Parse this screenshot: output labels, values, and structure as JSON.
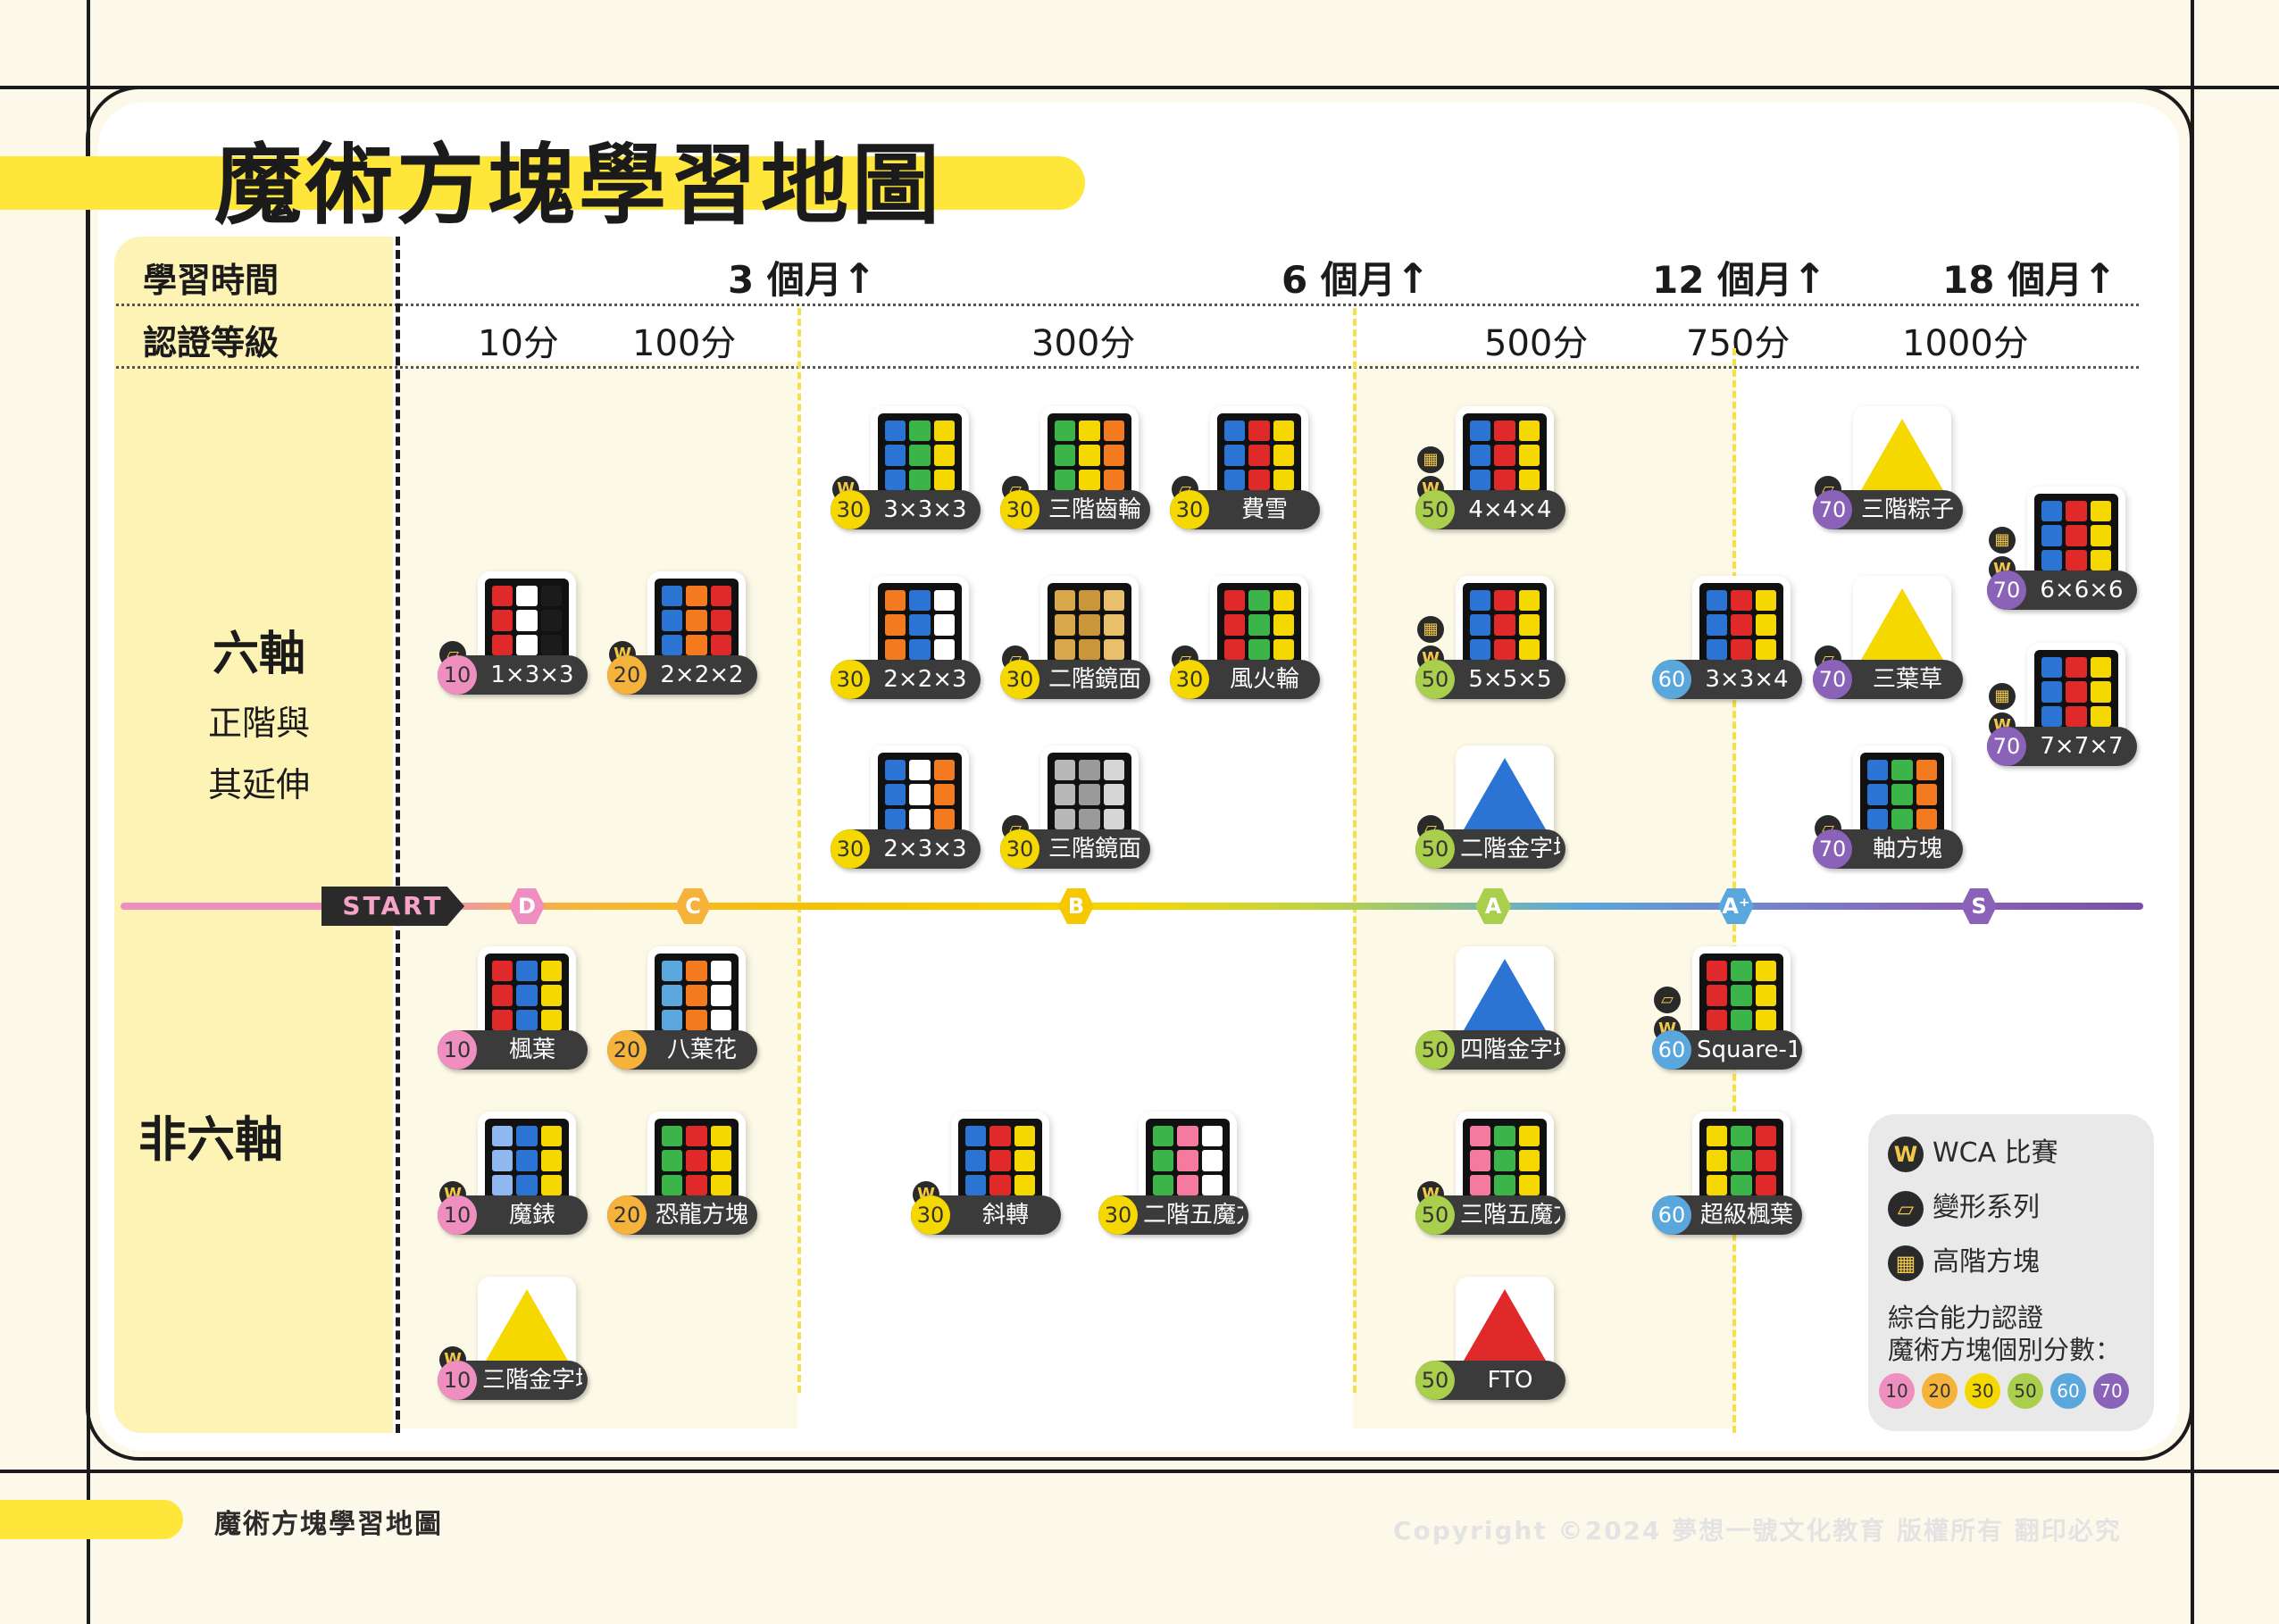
{
  "title": "魔術方塊學習地圖",
  "footer": {
    "title": "魔術方塊學習地圖",
    "copyright": "Copyright ©2024 夢想一號文化教育 版權所有 翻印必究"
  },
  "rows": {
    "time_label": "學習時間",
    "level_label": "認證等級"
  },
  "time_marks": [
    {
      "label": "3 個月",
      "arrow": "↑"
    },
    {
      "label": "6 個月",
      "arrow": "↑"
    },
    {
      "label": "12 個月",
      "arrow": "↑"
    },
    {
      "label": "18 個月",
      "arrow": "↑"
    }
  ],
  "score_marks": [
    "10分",
    "100分",
    "300分",
    "500分",
    "750分",
    "1000分"
  ],
  "categories": {
    "six_axis": {
      "line1": "六軸",
      "line2": "正階與",
      "line3": "其延伸"
    },
    "non_six_axis": "非六軸"
  },
  "timeline": {
    "start": "START",
    "grades": [
      {
        "label": "D",
        "color": "#ef8fbf"
      },
      {
        "label": "C",
        "color": "#f6b33b"
      },
      {
        "label": "B",
        "color": "#f5c800"
      },
      {
        "label": "A",
        "color": "#a9cf4c"
      },
      {
        "label": "A⁺",
        "color": "#5aa7dd"
      },
      {
        "label": "S",
        "color": "#8a63b8"
      }
    ]
  },
  "score_colors": {
    "10": "#ef8fbf",
    "20": "#f6b33b",
    "30": "#f5d800",
    "50": "#a9cf4c",
    "60": "#5aa7dd",
    "70": "#8a63b8"
  },
  "items": [
    {
      "score": "10",
      "name": "1×3×3",
      "tags": [
        "變形"
      ],
      "colors": [
        "#e02a2a",
        "#fff",
        "#1b1b1b"
      ]
    },
    {
      "score": "20",
      "name": "2×2×2",
      "tags": [
        "W"
      ],
      "colors": [
        "#2c74d4",
        "#f47a20",
        "#e02a2a"
      ]
    },
    {
      "score": "30",
      "name": "3×3×3",
      "tags": [
        "W"
      ],
      "colors": [
        "#2c74d4",
        "#3bb54a",
        "#f5d800"
      ]
    },
    {
      "score": "30",
      "name": "三階齒輪",
      "tags": [
        "變形"
      ],
      "colors": [
        "#3bb54a",
        "#f5d800",
        "#f47a20"
      ]
    },
    {
      "score": "30",
      "name": "費雪",
      "tags": [
        "變形"
      ],
      "colors": [
        "#2c74d4",
        "#e02a2a",
        "#f5d800"
      ]
    },
    {
      "score": "30",
      "name": "2×2×3",
      "tags": [],
      "colors": [
        "#f47a20",
        "#2c74d4",
        "#fff"
      ]
    },
    {
      "score": "30",
      "name": "二階鏡面",
      "tags": [
        "變形"
      ],
      "colors": [
        "#d8a84a",
        "#c9973a",
        "#e8bf6a"
      ]
    },
    {
      "score": "30",
      "name": "風火輪",
      "tags": [
        "變形"
      ],
      "colors": [
        "#e02a2a",
        "#3bb54a",
        "#f5d800"
      ]
    },
    {
      "score": "30",
      "name": "2×3×3",
      "tags": [],
      "colors": [
        "#2c74d4",
        "#fff",
        "#f47a20"
      ]
    },
    {
      "score": "30",
      "name": "三階鏡面",
      "tags": [
        "變形"
      ],
      "colors": [
        "#b8b8b8",
        "#9a9a9a",
        "#d6d6d6"
      ]
    },
    {
      "score": "50",
      "name": "4×4×4",
      "tags": [
        "高階",
        "W"
      ],
      "colors": [
        "#2c74d4",
        "#e02a2a",
        "#f5d800"
      ]
    },
    {
      "score": "50",
      "name": "5×5×5",
      "tags": [
        "高階",
        "W"
      ],
      "colors": [
        "#2c74d4",
        "#e02a2a",
        "#f5d800"
      ]
    },
    {
      "score": "50",
      "name": "二階金字塔",
      "tags": [
        "變形"
      ],
      "colors": [
        "#2c74d4",
        "#f5d800",
        "#1b1b1b"
      ]
    },
    {
      "score": "60",
      "name": "3×3×4",
      "tags": [],
      "colors": [
        "#2c74d4",
        "#e02a2a",
        "#f5d800"
      ]
    },
    {
      "score": "70",
      "name": "三階粽子",
      "tags": [
        "變形"
      ],
      "colors": [
        "#f5d800",
        "#3bb54a",
        "#f47a20"
      ]
    },
    {
      "score": "70",
      "name": "三葉草",
      "tags": [
        "變形"
      ],
      "colors": [
        "#f5d800",
        "#5aa7dd",
        "#3bb54a"
      ]
    },
    {
      "score": "70",
      "name": "軸方塊",
      "tags": [
        "變形"
      ],
      "colors": [
        "#2c74d4",
        "#3bb54a",
        "#f47a20"
      ]
    },
    {
      "score": "70",
      "name": "6×6×6",
      "tags": [
        "高階",
        "W"
      ],
      "colors": [
        "#2c74d4",
        "#e02a2a",
        "#f5d800"
      ]
    },
    {
      "score": "70",
      "name": "7×7×7",
      "tags": [
        "高階",
        "W"
      ],
      "colors": [
        "#2c74d4",
        "#e02a2a",
        "#f5d800"
      ]
    },
    {
      "score": "10",
      "name": "楓葉",
      "tags": [],
      "colors": [
        "#e02a2a",
        "#2c74d4",
        "#f5d800"
      ]
    },
    {
      "score": "20",
      "name": "八葉花",
      "tags": [],
      "colors": [
        "#5aa7dd",
        "#f47a20",
        "#fff"
      ]
    },
    {
      "score": "10",
      "name": "魔錶",
      "tags": [
        "W"
      ],
      "colors": [
        "#8fb8f0",
        "#2c74d4",
        "#f5d800"
      ]
    },
    {
      "score": "20",
      "name": "恐龍方塊",
      "tags": [],
      "colors": [
        "#3bb54a",
        "#e02a2a",
        "#f5d800"
      ]
    },
    {
      "score": "10",
      "name": "三階金字塔",
      "tags": [
        "W"
      ],
      "colors": [
        "#f5d800",
        "#2c74d4",
        "#1b1b1b"
      ]
    },
    {
      "score": "30",
      "name": "斜轉",
      "tags": [
        "W"
      ],
      "colors": [
        "#2c74d4",
        "#e02a2a",
        "#f5d800"
      ]
    },
    {
      "score": "30",
      "name": "二階五魔方",
      "tags": [],
      "colors": [
        "#3bb54a",
        "#f47aa0",
        "#fff"
      ]
    },
    {
      "score": "50",
      "name": "四階金字塔",
      "tags": [],
      "colors": [
        "#2c74d4",
        "#f5d800",
        "#1b1b1b"
      ]
    },
    {
      "score": "50",
      "name": "三階五魔方",
      "tags": [
        "W"
      ],
      "colors": [
        "#f47aa0",
        "#3bb54a",
        "#f5d800"
      ]
    },
    {
      "score": "50",
      "name": "FTO",
      "tags": [],
      "colors": [
        "#e02a2a",
        "#5aa7dd",
        "#fff"
      ]
    },
    {
      "score": "60",
      "name": "Square-1",
      "tags": [
        "變形",
        "W"
      ],
      "colors": [
        "#e02a2a",
        "#3bb54a",
        "#f5d800"
      ]
    },
    {
      "score": "60",
      "name": "超級楓葉",
      "tags": [],
      "colors": [
        "#f5d800",
        "#3bb54a",
        "#e02a2a"
      ]
    }
  ],
  "legend": {
    "wca": {
      "icon": "W",
      "label": "WCA 比賽"
    },
    "transform": {
      "icon": "▱",
      "label": "變形系列"
    },
    "high": {
      "icon": "▦",
      "label": "高階方塊"
    },
    "note1": "綜合能力認證",
    "note2": "魔術方塊個別分數：",
    "scores": [
      "10",
      "20",
      "30",
      "50",
      "60",
      "70"
    ]
  }
}
